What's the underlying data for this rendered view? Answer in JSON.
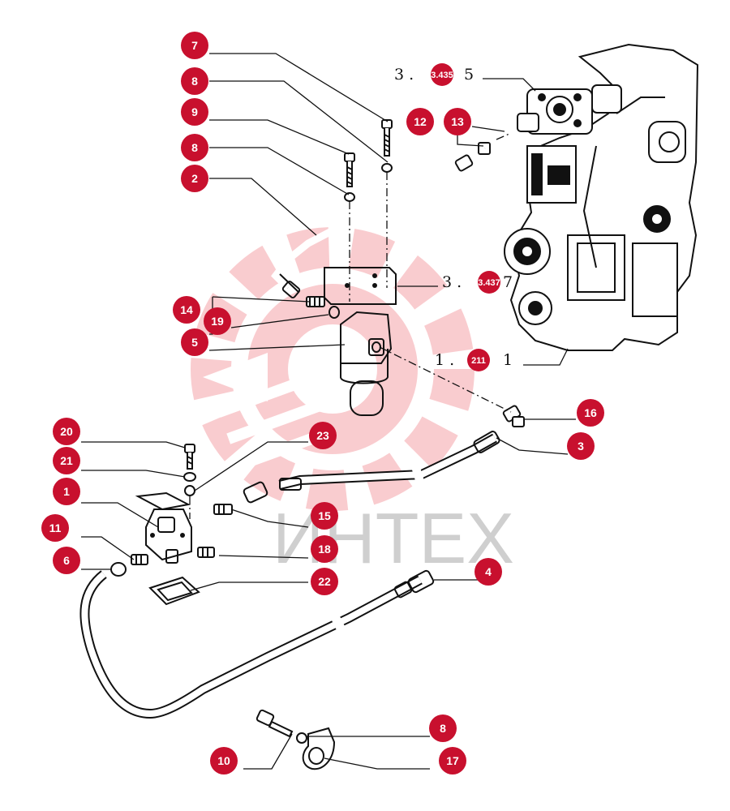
{
  "watermark": {
    "text": "ИНТЕХ",
    "color": "#e81e2a"
  },
  "callout_color": "#c8102e",
  "callouts": [
    {
      "label": "7"
    },
    {
      "label": "8"
    },
    {
      "label": "9"
    },
    {
      "label": "8"
    },
    {
      "label": "2"
    },
    {
      "label": "12"
    },
    {
      "label": "13"
    },
    {
      "label": "14"
    },
    {
      "label": "19"
    },
    {
      "label": "5"
    },
    {
      "label": "16"
    },
    {
      "label": "3"
    },
    {
      "label": "20"
    },
    {
      "label": "21"
    },
    {
      "label": "23"
    },
    {
      "label": "1"
    },
    {
      "label": "15"
    },
    {
      "label": "11"
    },
    {
      "label": "18"
    },
    {
      "label": "6"
    },
    {
      "label": "22"
    },
    {
      "label": "4"
    },
    {
      "label": "8"
    },
    {
      "label": "10"
    },
    {
      "label": "17"
    }
  ],
  "references": [
    {
      "pre": "3 .",
      "badge": "3.435",
      "post": "5"
    },
    {
      "pre": "3 .",
      "badge": "3.437",
      "post": "7"
    },
    {
      "pre": "1 .",
      "badge": "211",
      "post": "1"
    }
  ]
}
